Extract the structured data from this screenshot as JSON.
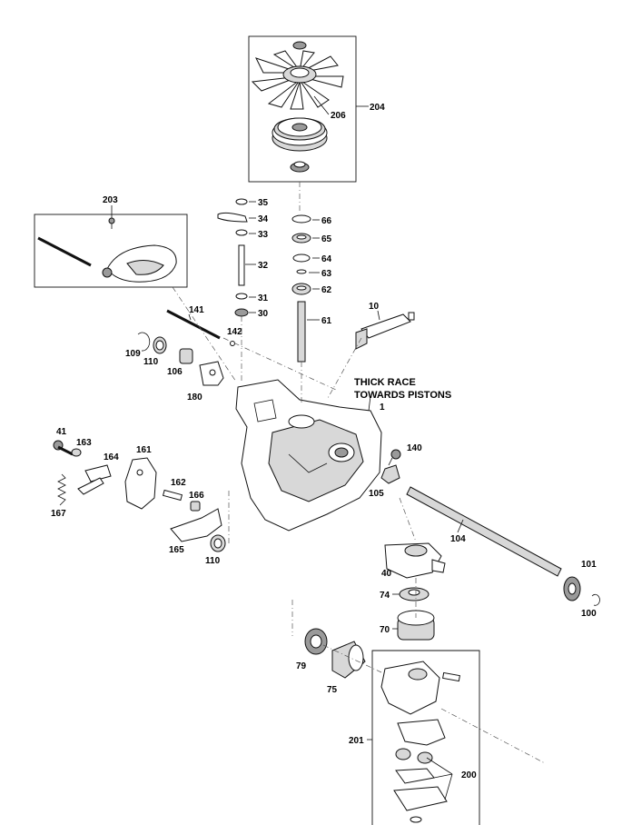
{
  "note": {
    "line1": "THICK RACE",
    "line2": "TOWARDS PISTONS"
  },
  "labels": {
    "p204": "204",
    "p206": "206",
    "p203": "203",
    "p35": "35",
    "p34": "34",
    "p33": "33",
    "p32": "32",
    "p31": "31",
    "p30": "30",
    "p66": "66",
    "p65": "65",
    "p64": "64",
    "p63": "63",
    "p62": "62",
    "p61": "61",
    "p10": "10",
    "p141": "141",
    "p142": "142",
    "p109": "109",
    "p110a": "110",
    "p106": "106",
    "p180": "180",
    "p1": "1",
    "p140": "140",
    "p105": "105",
    "p41": "41",
    "p163": "163",
    "p164": "164",
    "p161": "161",
    "p167": "167",
    "p162": "162",
    "p166": "166",
    "p165": "165",
    "p110b": "110",
    "p104": "104",
    "p40": "40",
    "p101": "101",
    "p100": "100",
    "p74": "74",
    "p70": "70",
    "p79": "79",
    "p75": "75",
    "p201": "201",
    "p200": "200"
  }
}
